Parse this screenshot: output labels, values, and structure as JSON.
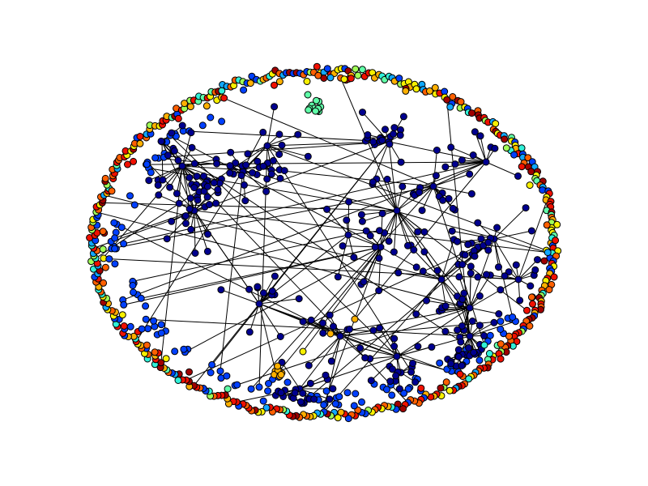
{
  "figure": {
    "background": "#ffffff",
    "edge_color": "#000000",
    "node_stroke": "#000000"
  },
  "graph": {
    "type": "network",
    "layout_shape": "ellipse",
    "colormap": "jet",
    "color_scale": {
      "navy": "#00008f",
      "blue": "#0040ff",
      "sky": "#10a8ff",
      "cyan": "#30f0d8",
      "aqua": "#60ffa8",
      "lime": "#a0ff58",
      "yellow": "#f8f000",
      "amber": "#ffb000",
      "orange": "#ff6000",
      "red": "#f01000",
      "darkred": "#a00000"
    },
    "rim_color_sequence": [
      "orange",
      "yellow",
      "red",
      "cyan",
      "amber",
      "darkred",
      "blue",
      "lime",
      "red",
      "orange",
      "sky",
      "yellow",
      "aqua",
      "orange",
      "red",
      "amber",
      "darkred",
      "blue",
      "red",
      "yellow",
      "cyan",
      "orange",
      "red",
      "lime",
      "sky",
      "amber",
      "darkred",
      "orange",
      "red",
      "blue"
    ],
    "cluster_colors": {
      "top_isolated": "aqua",
      "bottom_left": "amber",
      "interior": "navy",
      "left_inner_arc": "blue"
    },
    "node_count_approx": 1000
  }
}
